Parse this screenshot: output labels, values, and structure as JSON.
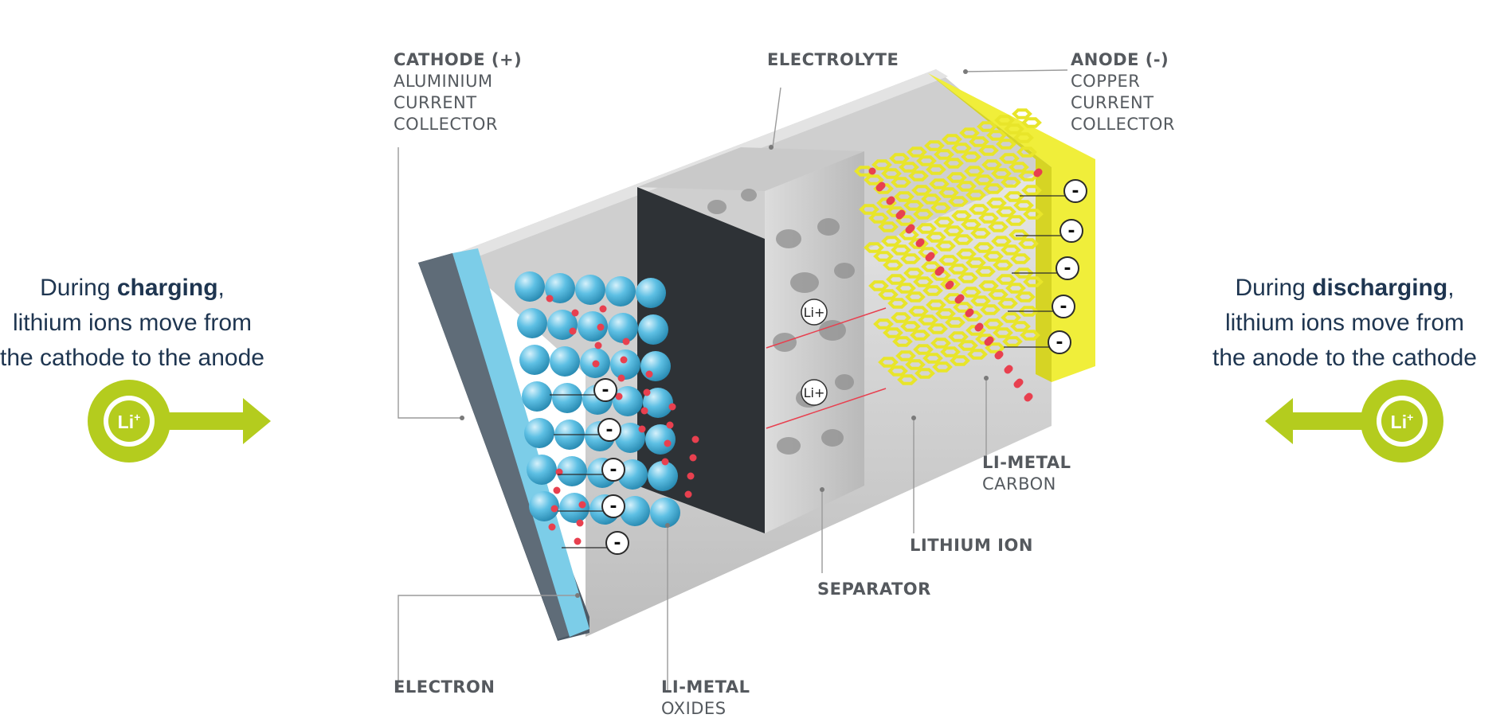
{
  "left_caption": {
    "line1_prefix": "During ",
    "line1_bold": "charging",
    "line1_suffix": ",",
    "line2": "lithium ions move from",
    "line3": "the cathode to the anode"
  },
  "right_caption": {
    "line1_prefix": "During ",
    "line1_bold": "discharging",
    "line1_suffix": ",",
    "line2": "lithium ions move from",
    "line3": "the anode to the cathode"
  },
  "ion_symbol": "Li",
  "ion_superscript": "+",
  "electron_symbol": "-",
  "labels": {
    "cathode": {
      "title": "CATHODE (+)",
      "lines": [
        "ALUMINIUM",
        "CURRENT",
        "COLLECTOR"
      ]
    },
    "electrolyte": {
      "title": "ELECTROLYTE"
    },
    "anode": {
      "title": "ANODE (-)",
      "lines": [
        "COPPER",
        "CURRENT",
        "COLLECTOR"
      ]
    },
    "li_metal_carbon": {
      "title": "LI-METAL",
      "lines": [
        "CARBON"
      ]
    },
    "lithium_ion": {
      "title": "LITHIUM ION"
    },
    "separator": {
      "title": "SEPARATOR"
    },
    "electron": {
      "title": "ELECTRON"
    },
    "li_metal_oxides": {
      "title": "LI-METAL",
      "lines": [
        "OXIDES"
      ]
    }
  },
  "colors": {
    "arrow_green": "#b4cc1e",
    "cathode_blue": "#7ccde8",
    "anode_yellow": "#f0ee3a",
    "sphere_blue": "#4fb6dc",
    "ion_red": "#e8404f",
    "caption_text": "#1e3550"
  }
}
